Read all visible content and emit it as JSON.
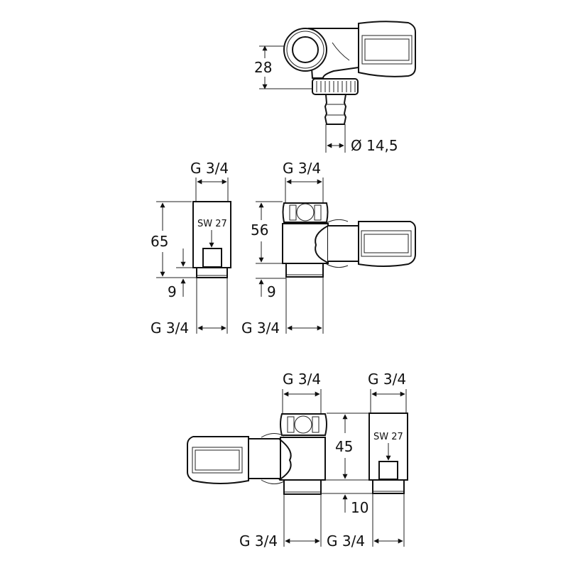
{
  "diagram": {
    "type": "technical-drawing",
    "subject": "angle valve dimension drawing",
    "views": [
      {
        "id": "top-view",
        "dimensions": {
          "height": "28",
          "diameter": "Ø 14,5"
        }
      },
      {
        "id": "middle-left-fitting",
        "dimensions": {
          "top_thread": "G 3/4",
          "height": "65",
          "wrench_size": "SW 27",
          "thread_length": "9",
          "bottom_thread": "G 3/4"
        }
      },
      {
        "id": "middle-valve",
        "dimensions": {
          "top_thread": "G 3/4",
          "height": "56",
          "thread_length": "9",
          "bottom_thread": "G 3/4"
        }
      },
      {
        "id": "bottom-valve",
        "dimensions": {
          "top_thread": "G 3/4",
          "height": "45",
          "thread_length": "10",
          "bottom_thread": "G 3/4"
        }
      },
      {
        "id": "bottom-right-fitting",
        "dimensions": {
          "top_thread": "G 3/4",
          "wrench_size": "SW 27",
          "bottom_thread": "G 3/4"
        }
      }
    ]
  }
}
